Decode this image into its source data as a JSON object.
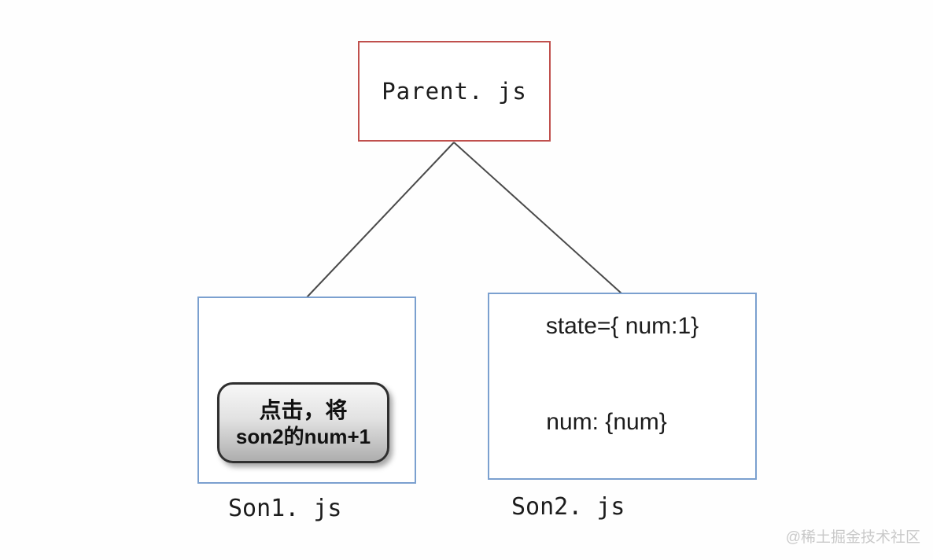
{
  "nodes": {
    "parent": {
      "title": "Parent. js"
    },
    "son1": {
      "caption": "Son1. js",
      "button": {
        "line1": "点击，将",
        "line2": "son2的num+1"
      }
    },
    "son2": {
      "caption": "Son2. js",
      "state_line": "state={ num:1}",
      "num_line": "num: {num}"
    }
  },
  "watermark": "@稀土掘金技术社区",
  "colors": {
    "parent_border": "#c0504d",
    "son_border": "#7ba0cf",
    "connector_line": "#4a4a4a",
    "button_border": "#2f2f2f",
    "button_gradient_top": "#f7f7f7",
    "button_gradient_bottom": "#aeaeae",
    "watermark_text": "#c9c9c9"
  }
}
